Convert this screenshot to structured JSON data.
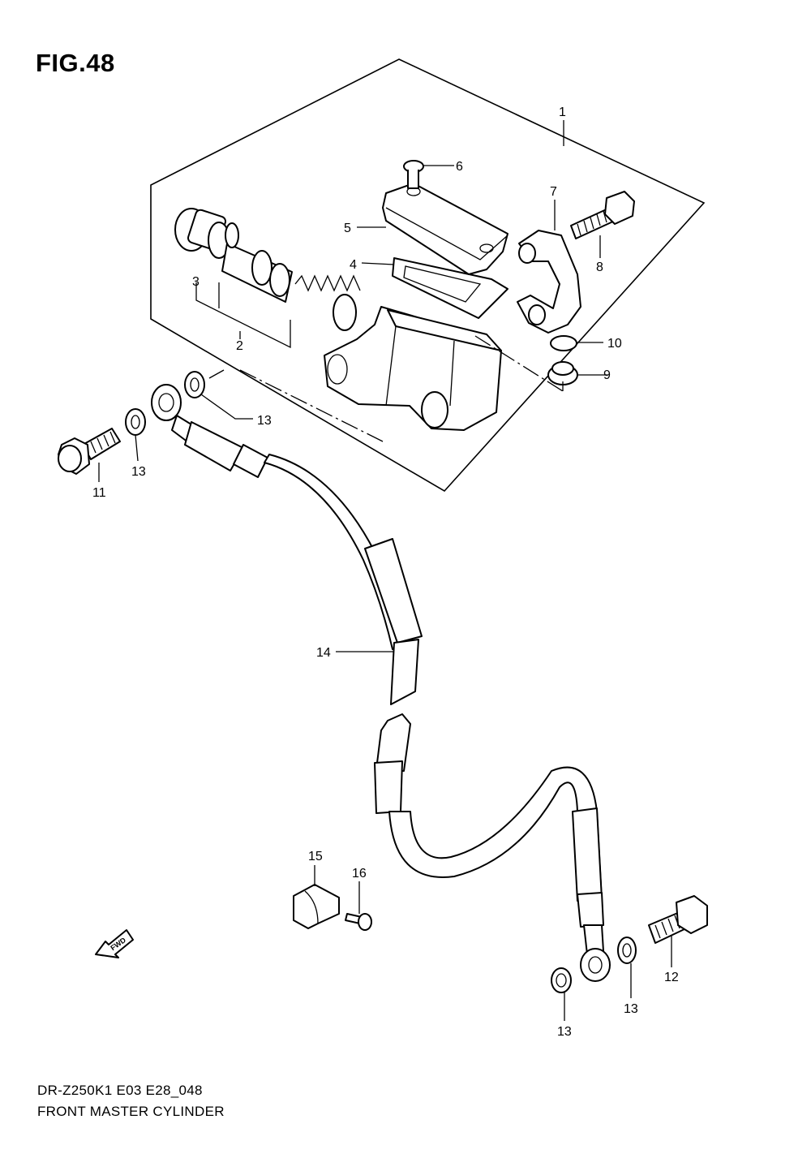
{
  "figure": {
    "title": "FIG.48",
    "model_code": "DR-Z250K1 E03 E28_048",
    "caption": "FRONT MASTER CYLINDER"
  },
  "callouts": [
    "1",
    "2",
    "3",
    "4",
    "5",
    "6",
    "7",
    "8",
    "9",
    "10",
    "11",
    "12",
    "13",
    "13",
    "13",
    "13",
    "14",
    "15",
    "16"
  ],
  "direction_marker": "FWD"
}
